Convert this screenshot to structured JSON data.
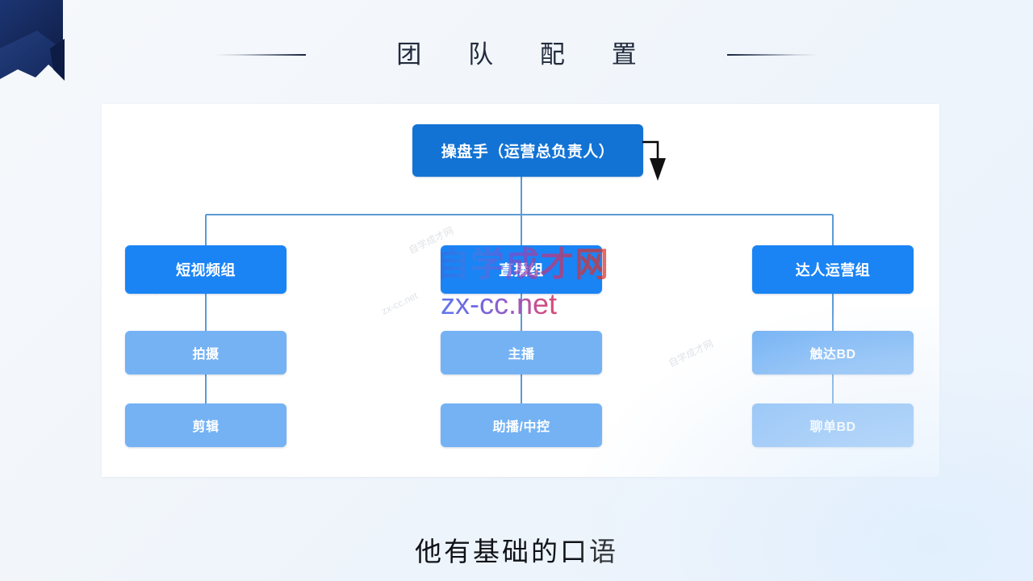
{
  "slide": {
    "title": "团 队 配 置",
    "subtitle": "他有基础的口语",
    "background_color": "#eef4fb",
    "card_color": "#ffffff",
    "accent_color": "#1a84f5"
  },
  "decor": {
    "ribbon_name": "navy-ribbon",
    "ribbon_color": "#152c66",
    "pointer_name": "cursor-arrow",
    "pointer_color": "#000000",
    "rule_color": "#1e2a44"
  },
  "watermark": {
    "text_cn": "自学成才网",
    "text_url": "zx-cc.net",
    "faint_1": "zx-cc.net",
    "faint_2": "自学成才网",
    "faint_3": "zx-cc.net",
    "faint_4": "自学成才网"
  },
  "org_chart": {
    "connector_color": "#5b9bd5",
    "root": {
      "label": "操盘手（运营总负责人）",
      "level": 0,
      "color": "#1273d4"
    },
    "branches": [
      {
        "head": {
          "label": "短视频组",
          "level": 1,
          "color": "#1a84f5"
        },
        "children": [
          {
            "label": "拍摄",
            "level": 2,
            "color": "#74b2f4"
          },
          {
            "label": "剪辑",
            "level": 2,
            "color": "#74b2f4"
          }
        ]
      },
      {
        "head": {
          "label": "直播组",
          "level": 1,
          "color": "#1a84f5"
        },
        "children": [
          {
            "label": "主播",
            "level": 2,
            "color": "#74b2f4"
          },
          {
            "label": "助播/中控",
            "level": 2,
            "color": "#74b2f4"
          }
        ]
      },
      {
        "head": {
          "label": "达人运营组",
          "level": 1,
          "color": "#1a84f5"
        },
        "children": [
          {
            "label": "触达BD",
            "level": 2,
            "color": "#74b2f4"
          },
          {
            "label": "聊单BD",
            "level": 2,
            "color": "#74b2f4"
          }
        ]
      }
    ]
  }
}
